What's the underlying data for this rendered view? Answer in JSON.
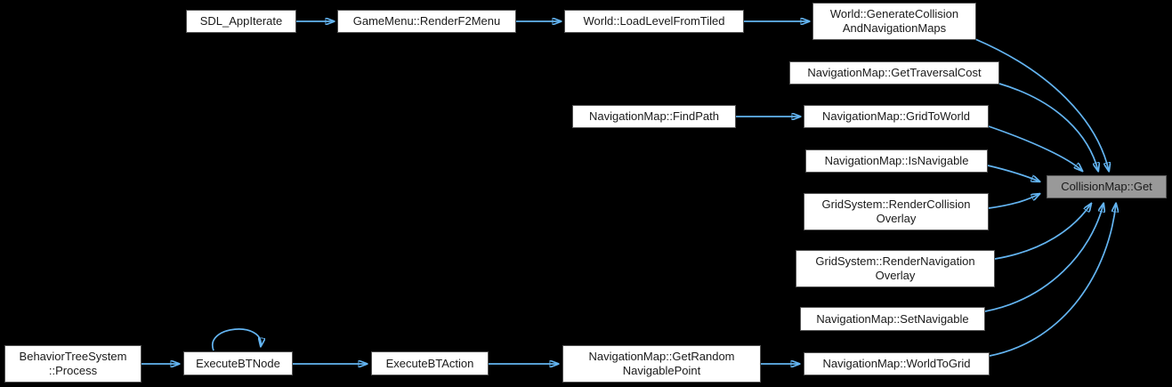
{
  "diagram": {
    "type": "call-graph",
    "target_function": "CollisionMap::Get",
    "colors": {
      "background": "#000000",
      "edge": "#63b4f1",
      "node_fill": "#ffffff",
      "node_border": "#525252",
      "target_fill": "#999999",
      "text": "#1a1a1a"
    },
    "nodes": [
      {
        "id": "sdl-appiterate",
        "label": "SDL_AppIterate"
      },
      {
        "id": "gamemenu-renderf2menu",
        "label": "GameMenu::RenderF2Menu"
      },
      {
        "id": "world-loadlevelfromtiled",
        "label": "World::LoadLevelFromTiled"
      },
      {
        "id": "world-generatecollisionandnavigationmaps",
        "label": "World::GenerateCollision\nAndNavigationMaps"
      },
      {
        "id": "navigationmap-gettraversalcost",
        "label": "NavigationMap::GetTraversalCost"
      },
      {
        "id": "navigationmap-findpath",
        "label": "NavigationMap::FindPath"
      },
      {
        "id": "navigationmap-gridtoworld",
        "label": "NavigationMap::GridToWorld"
      },
      {
        "id": "navigationmap-isnavigable",
        "label": "NavigationMap::IsNavigable"
      },
      {
        "id": "gridsystem-rendercollisionoverlay",
        "label": "GridSystem::RenderCollision\nOverlay"
      },
      {
        "id": "gridsystem-rendernavigationoverlay",
        "label": "GridSystem::RenderNavigation\nOverlay"
      },
      {
        "id": "navigationmap-setnavigable",
        "label": "NavigationMap::SetNavigable"
      },
      {
        "id": "navigationmap-worldtogrid",
        "label": "NavigationMap::WorldToGrid"
      },
      {
        "id": "behaviortreesystem-process",
        "label": "BehaviorTreeSystem\n::Process"
      },
      {
        "id": "executebtnode",
        "label": "ExecuteBTNode"
      },
      {
        "id": "executebtaction",
        "label": "ExecuteBTAction"
      },
      {
        "id": "navigationmap-getrandomnavigablepoint",
        "label": "NavigationMap::GetRandom\nNavigablePoint"
      },
      {
        "id": "collisionmap-get",
        "label": "CollisionMap::Get",
        "is_target": true
      }
    ],
    "edges": [
      {
        "from": "sdl-appiterate",
        "to": "gamemenu-renderf2menu"
      },
      {
        "from": "gamemenu-renderf2menu",
        "to": "world-loadlevelfromtiled"
      },
      {
        "from": "world-loadlevelfromtiled",
        "to": "world-generatecollisionandnavigationmaps"
      },
      {
        "from": "world-generatecollisionandnavigationmaps",
        "to": "collisionmap-get"
      },
      {
        "from": "navigationmap-gettraversalcost",
        "to": "collisionmap-get"
      },
      {
        "from": "navigationmap-findpath",
        "to": "navigationmap-gridtoworld"
      },
      {
        "from": "navigationmap-gridtoworld",
        "to": "collisionmap-get"
      },
      {
        "from": "navigationmap-isnavigable",
        "to": "collisionmap-get"
      },
      {
        "from": "gridsystem-rendercollisionoverlay",
        "to": "collisionmap-get"
      },
      {
        "from": "gridsystem-rendernavigationoverlay",
        "to": "collisionmap-get"
      },
      {
        "from": "navigationmap-setnavigable",
        "to": "collisionmap-get"
      },
      {
        "from": "navigationmap-worldtogrid",
        "to": "collisionmap-get"
      },
      {
        "from": "behaviortreesystem-process",
        "to": "executebtnode"
      },
      {
        "from": "executebtnode",
        "to": "executebtnode"
      },
      {
        "from": "executebtnode",
        "to": "executebtaction"
      },
      {
        "from": "executebtaction",
        "to": "navigationmap-getrandomnavigablepoint"
      },
      {
        "from": "navigationmap-getrandomnavigablepoint",
        "to": "navigationmap-worldtogrid"
      }
    ]
  }
}
